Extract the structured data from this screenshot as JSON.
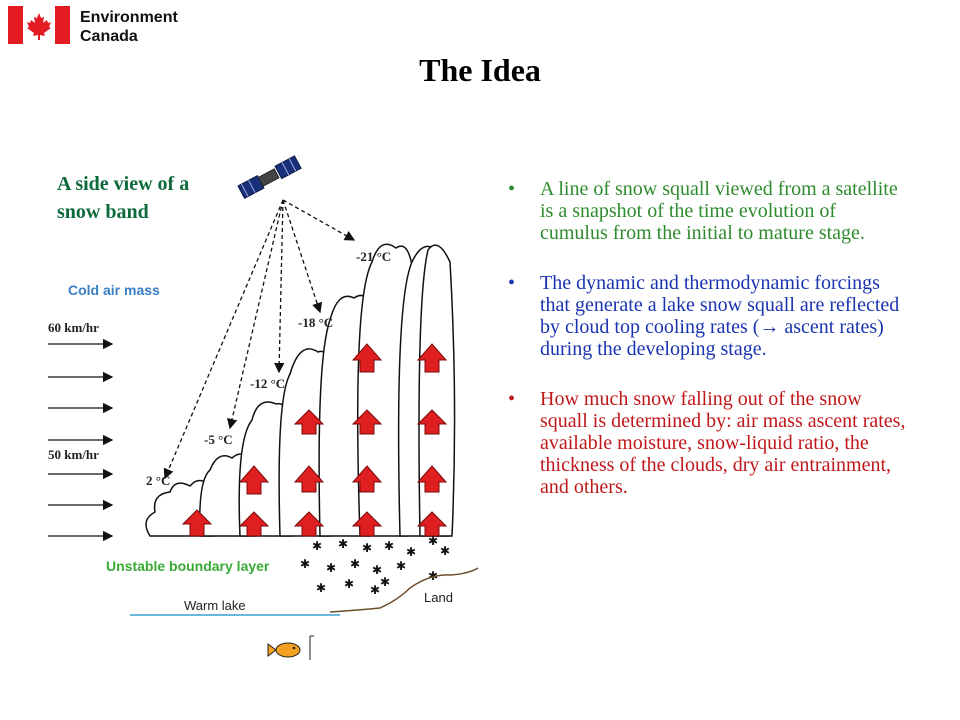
{
  "logo": {
    "line1": "Environment",
    "line2": "Canada"
  },
  "title": "The Idea",
  "diagram": {
    "side_view_title": "A side view of a snow band",
    "cold_air_mass": "Cold air mass",
    "wind_top": "60 km/hr",
    "wind_bottom": "50 km/hr",
    "temps": [
      "2 °C",
      "-5 °C",
      "-12 °C",
      "-18 °C",
      "-21 °C"
    ],
    "unstable_layer": "Unstable boundary layer",
    "warm_lake": "Warm lake",
    "land": "Land"
  },
  "bullets": [
    {
      "text": "A line of snow squall viewed from a satellite is a snapshot of the time evolution of cumulus from the initial to mature stage.",
      "color": "#2e8b2e"
    },
    {
      "text": "The dynamic and thermodynamic forcings that generate a lake snow squall are reflected by cloud top cooling rates (→ ascent rates) during the developing stage.",
      "color": "#1a33b0"
    },
    {
      "text": "How much snow falling out of the snow squall is determined by:  air mass ascent rates, available moisture, snow-liquid ratio, the thickness of the clouds, dry air entrainment, and others.",
      "color": "#c0171a"
    }
  ],
  "colors": {
    "arrow_red": "#e02020",
    "lake_line": "#3aa0d0"
  }
}
